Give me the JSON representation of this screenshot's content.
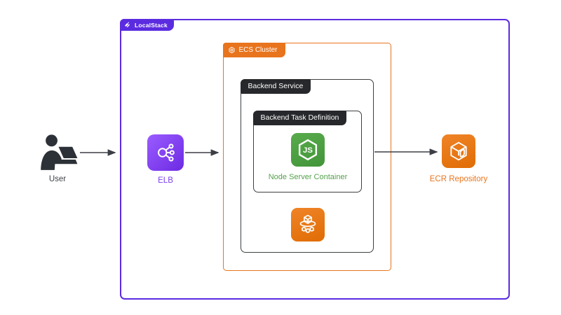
{
  "groups": {
    "localstack": {
      "label": "LocalStack"
    },
    "ecs_cluster": {
      "label": "ECS Cluster"
    },
    "backend_service": {
      "label": "Backend Service"
    },
    "task_definition": {
      "label": "Backend Task Definition"
    }
  },
  "nodes": {
    "user": {
      "label": "User"
    },
    "elb": {
      "label": "ELB"
    },
    "node_container": {
      "label": "Node Server Container",
      "icon_text": "JS"
    },
    "ecs_service": {
      "label": ""
    },
    "ecr": {
      "label": "ECR Repository"
    }
  },
  "edges": [
    {
      "from": "user",
      "to": "localstack-boundary"
    },
    {
      "from": "elb",
      "to": "ecs-cluster-boundary"
    },
    {
      "from": "backend-service-boundary",
      "to": "ecr"
    }
  ],
  "icons": {
    "localstack_logo": "localstack-logo-icon",
    "ecs_cluster_tab": "ecs-hexagon-icon",
    "user": "user-at-laptop-icon",
    "elb": "load-balancer-icon",
    "node": "nodejs-hexagon-icon",
    "ecs_service": "ecs-service-cubes-icon",
    "ecr": "ecr-cube-icon"
  },
  "colors": {
    "localstack_purple": "#5b2be0",
    "aws_orange": "#e8741d",
    "dark_tab": "#27282b",
    "node_green": "#55a14c",
    "elb_purple": "#7b3df0",
    "user_gray": "#3f4348",
    "arrow": "#3b3f45",
    "background": "#ffffff"
  }
}
